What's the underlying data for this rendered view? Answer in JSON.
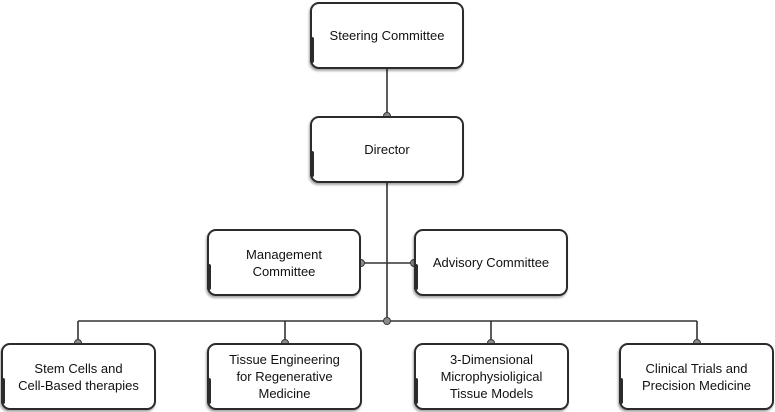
{
  "nodes": {
    "steering": "Steering Committee",
    "director": "Director",
    "management_line1": "Management",
    "management_line2": "Committee",
    "advisory": "Advisory Committee",
    "stem_line1": "Stem Cells and",
    "stem_line2": "Cell-Based therapies",
    "tissue_line1": "Tissue Engineering",
    "tissue_line2": "for Regenerative",
    "tissue_line3": "Medicine",
    "micro_line1": "3-Dimensional",
    "micro_line2": "Microphysioligical",
    "micro_line3": "Tissue Models",
    "clinical_line1": "Clinical Trials and",
    "clinical_line2": "Precision Medicine"
  },
  "colors": {
    "line": "#333333",
    "border": "#2b2b2b",
    "dot": "#8c8c8c"
  }
}
